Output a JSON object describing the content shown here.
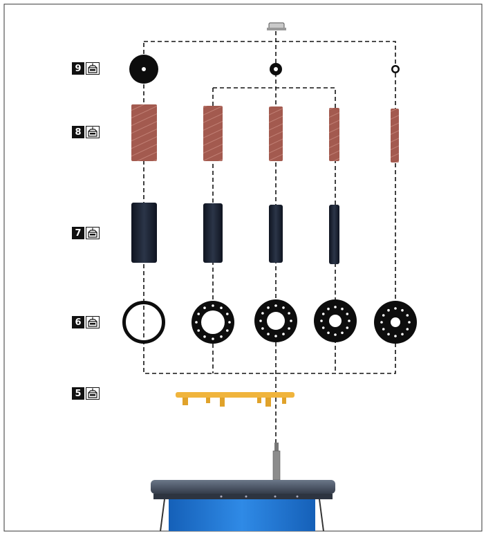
{
  "markers": [
    {
      "num": "9",
      "icon": "package-icon"
    },
    {
      "num": "8",
      "icon": "package-icon"
    },
    {
      "num": "7",
      "icon": "package-icon"
    },
    {
      "num": "6",
      "icon": "package-icon"
    },
    {
      "num": "5",
      "icon": "package-icon"
    }
  ],
  "colors": {
    "sleeve": "#a35a4f",
    "drum": "#1c2433",
    "washer": "#101010",
    "tray": "#f0b43c",
    "table_top": "#4a5668",
    "base": "#1f78d6"
  }
}
